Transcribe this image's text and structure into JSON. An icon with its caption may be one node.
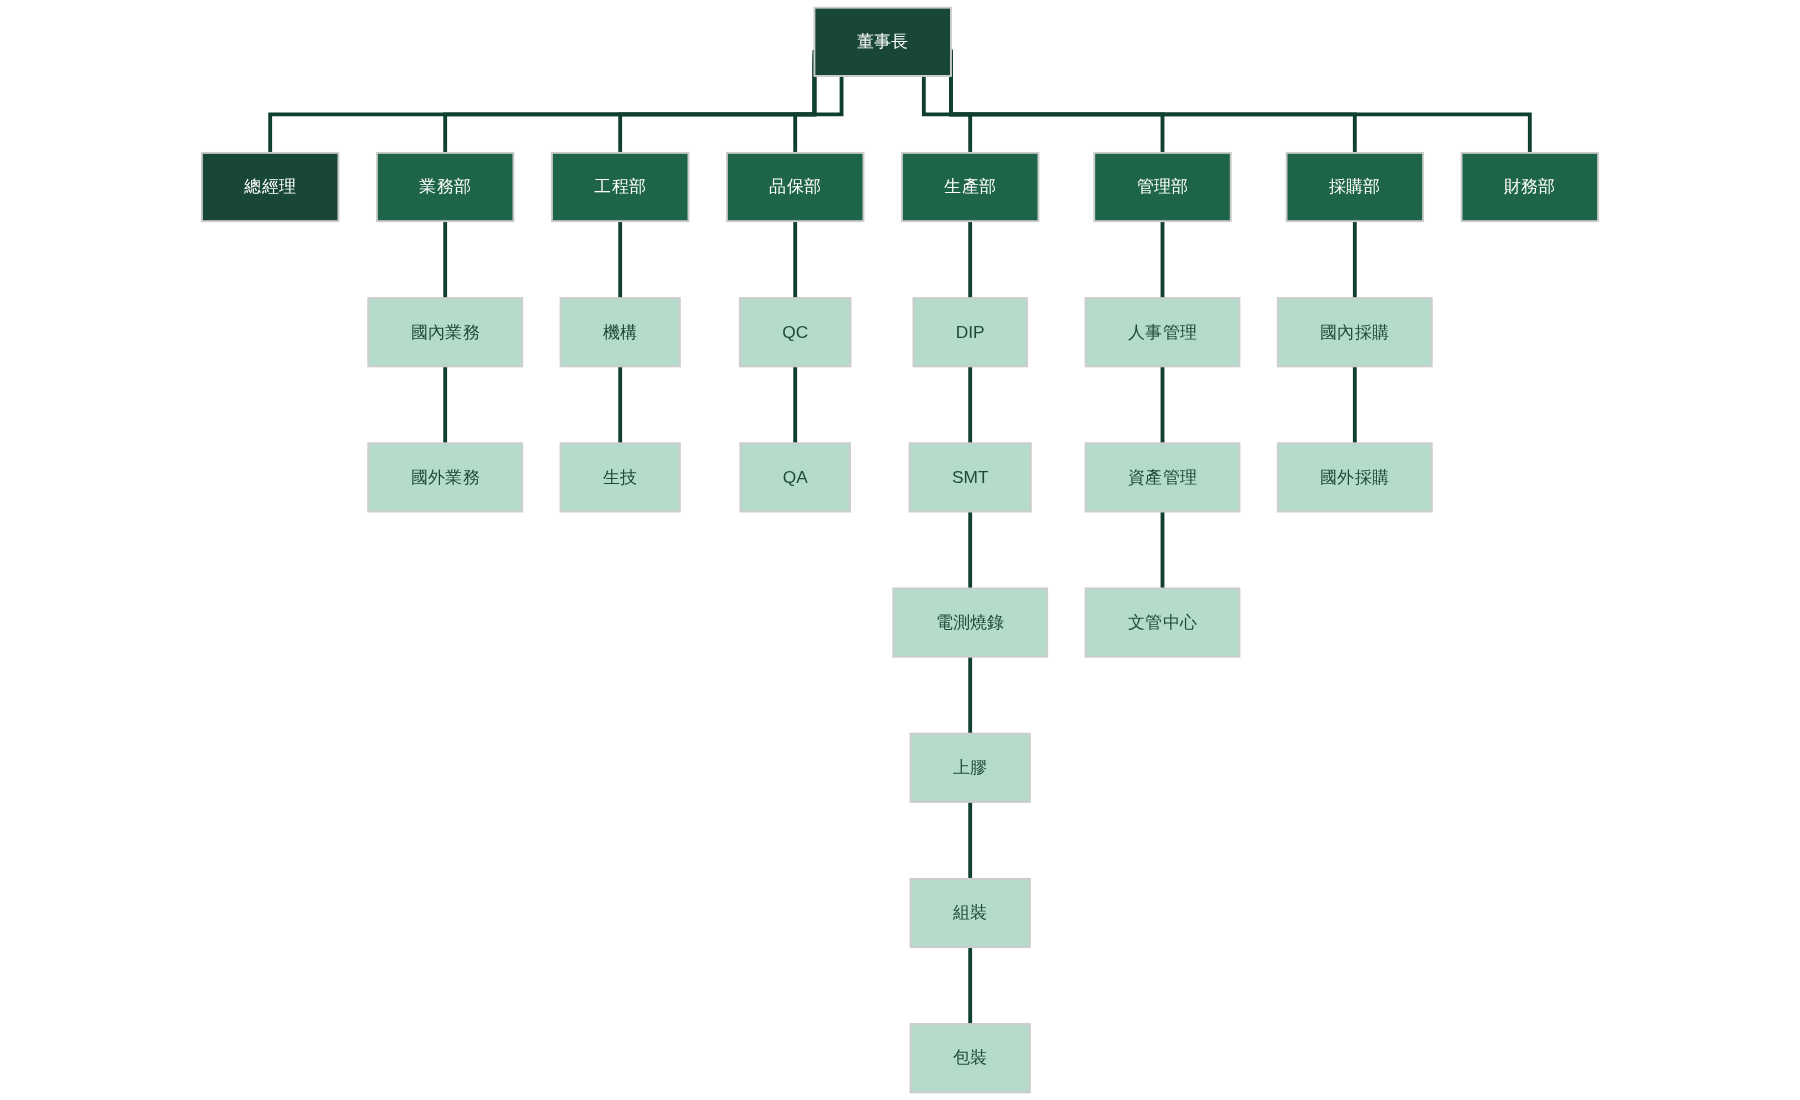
{
  "diagram": {
    "nodes": [
      {
        "text": [
          "董事長"
        ]
      },
      {
        "text": [
          "總經理"
        ]
      },
      {
        "text": [
          "業務部"
        ]
      },
      {
        "text": [
          "工程部"
        ]
      },
      {
        "text": [
          "品保部"
        ]
      },
      {
        "text": [
          "生產部"
        ]
      },
      {
        "text": [
          "管理部"
        ]
      },
      {
        "text": [
          "採購部"
        ]
      },
      {
        "text": [
          "財務部"
        ]
      },
      {
        "text": [
          "國內業務"
        ]
      },
      {
        "text": [
          "機構"
        ]
      },
      {
        "text": [
          "QC"
        ]
      },
      {
        "text": [
          "DIP"
        ]
      },
      {
        "text": [
          "人事管理"
        ]
      },
      {
        "text": [
          "國內採購"
        ]
      },
      {
        "text": [
          "國外業務"
        ]
      },
      {
        "text": [
          "生技"
        ]
      },
      {
        "text": [
          "QA"
        ]
      },
      {
        "text": [
          "SMT"
        ]
      },
      {
        "text": [
          "資產管理"
        ]
      },
      {
        "text": [
          "國外採購"
        ]
      },
      {
        "text": [
          "電測燒錄"
        ]
      },
      {
        "text": [
          "文管中心"
        ]
      },
      {
        "text": [
          "上膠"
        ]
      },
      {
        "text": [
          "組裝"
        ]
      },
      {
        "text": [
          "包裝"
        ]
      }
    ],
    "edges": [
      {
        "from": 0,
        "to": 1,
        "arrow": "none"
      },
      {
        "from": 0,
        "to": 2,
        "arrow": "none"
      },
      {
        "from": 0,
        "to": 3,
        "arrow": "none"
      },
      {
        "from": 0,
        "to": 4,
        "arrow": "none"
      },
      {
        "from": 0,
        "to": 5,
        "arrow": "none"
      },
      {
        "from": 0,
        "to": 6,
        "arrow": "none"
      },
      {
        "from": 0,
        "to": 7,
        "arrow": "none"
      },
      {
        "from": 0,
        "to": 8,
        "arrow": "none"
      },
      {
        "from": 2,
        "to": 9,
        "arrow": "none"
      },
      {
        "from": 9,
        "to": 15,
        "arrow": "none"
      },
      {
        "from": 3,
        "to": 10,
        "arrow": "none"
      },
      {
        "from": 10,
        "to": 16,
        "arrow": "none"
      },
      {
        "from": 4,
        "to": 11,
        "arrow": "none"
      },
      {
        "from": 11,
        "to": 17,
        "arrow": "none"
      },
      {
        "from": 5,
        "to": 12,
        "arrow": "none"
      },
      {
        "from": 12,
        "to": 18,
        "arrow": "none"
      },
      {
        "from": 18,
        "to": 21,
        "arrow": "none"
      },
      {
        "from": 21,
        "to": 23,
        "arrow": "none"
      },
      {
        "from": 23,
        "to": 24,
        "arrow": "none"
      },
      {
        "from": 24,
        "to": 25,
        "arrow": "none"
      },
      {
        "from": 6,
        "to": 13,
        "arrow": "none"
      },
      {
        "from": 13,
        "to": 19,
        "arrow": "none"
      },
      {
        "from": 19,
        "to": 22,
        "arrow": "none"
      },
      {
        "from": 7,
        "to": 14,
        "arrow": "none"
      },
      {
        "from": 14,
        "to": 20,
        "arrow": "none"
      }
    ]
  }
}
